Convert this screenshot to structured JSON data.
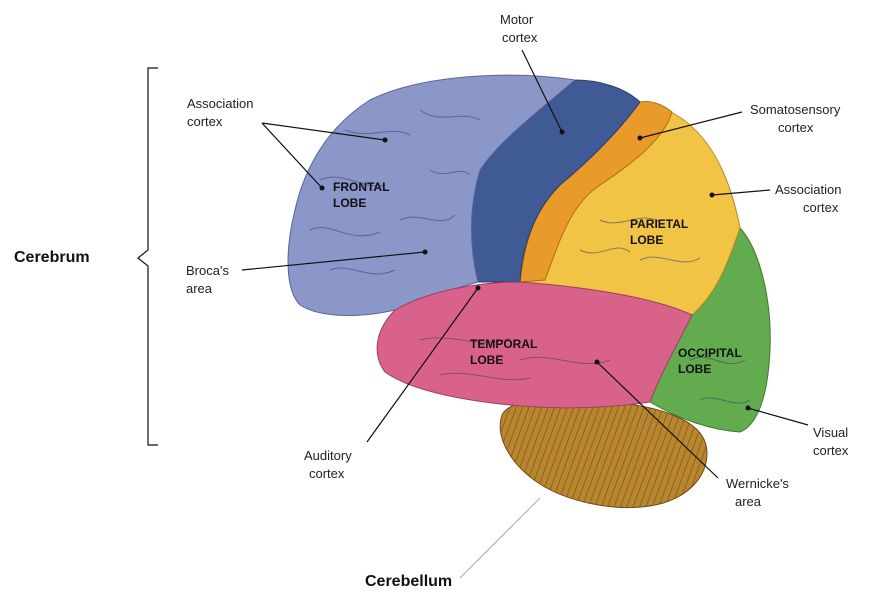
{
  "labels": {
    "motor_line1": "Motor",
    "motor_line2": "cortex",
    "assoc_left_line1": "Association",
    "assoc_left_line2": "cortex",
    "soma_line1": "Somatosensory",
    "soma_line2": "cortex",
    "assoc_right_line1": "Association",
    "assoc_right_line2": "cortex",
    "broca_line1": "Broca's",
    "broca_line2": "area",
    "auditory_line1": "Auditory",
    "auditory_line2": "cortex",
    "wernicke_line1": "Wernicke's",
    "wernicke_line2": "area",
    "visual_line1": "Visual",
    "visual_line2": "cortex",
    "cerebrum": "Cerebrum",
    "cerebellum": "Cerebellum"
  },
  "lobes": {
    "frontal_line1": "FRONTAL",
    "frontal_line2": "LOBE",
    "parietal_line1": "PARIETAL",
    "parietal_line2": "LOBE",
    "temporal_line1": "TEMPORAL",
    "temporal_line2": "LOBE",
    "occipital_line1": "OCCIPITAL",
    "occipital_line2": "LOBE"
  },
  "colors": {
    "frontal": "#8b96c9",
    "motor": "#3f5a94",
    "somatosensory": "#e89a2a",
    "parietal": "#f2c445",
    "temporal": "#d9628a",
    "occipital": "#63ab4f",
    "cerebellum": "#b8862f"
  }
}
